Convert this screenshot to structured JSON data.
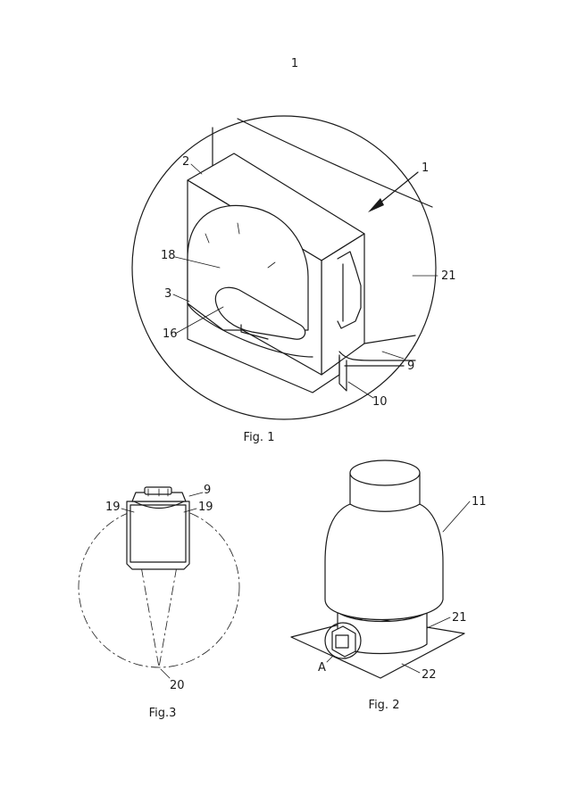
{
  "page_number": "1",
  "figures": {
    "fig1": {
      "caption": "Fig. 1",
      "labels": {
        "l1": "1",
        "l2": "2",
        "l3": "3",
        "l9": "9",
        "l10": "10",
        "l16": "16",
        "l18": "18",
        "l21": "21"
      }
    },
    "fig2": {
      "caption": "Fig. 2",
      "labels": {
        "l11": "11",
        "l21": "21",
        "l22": "22",
        "lA": "A"
      }
    },
    "fig3": {
      "caption": "Fig.3",
      "labels": {
        "l9": "9",
        "l19a": "19",
        "l19b": "19",
        "l20": "20"
      }
    }
  }
}
